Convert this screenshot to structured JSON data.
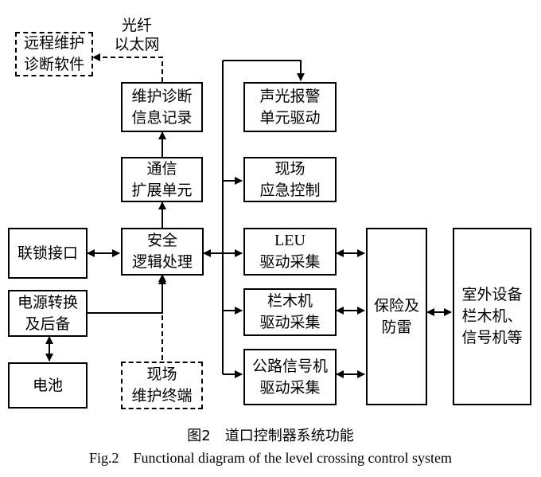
{
  "blocks": {
    "remote_diag": [
      "远程维护",
      "诊断软件"
    ],
    "fiber_ethernet": [
      "光纤",
      "以太网"
    ],
    "maint_record": [
      "维护诊断",
      "信息记录"
    ],
    "comm_ext": [
      "通信",
      "扩展单元"
    ],
    "safety_logic": [
      "安全",
      "逻辑处理"
    ],
    "interlock_if": [
      "联锁接口"
    ],
    "power": [
      "电源转换",
      "及后备"
    ],
    "battery": [
      "电池"
    ],
    "field_terminal": [
      "现场",
      "维护终端"
    ],
    "alarm_drive": [
      "声光报警",
      "单元驱动"
    ],
    "emergency_ctrl": [
      "现场",
      "应急控制"
    ],
    "leu_drive": [
      "LEU",
      "驱动采集"
    ],
    "barrier_drive": [
      "栏木机",
      "驱动采集"
    ],
    "road_signal_drive": [
      "公路信号机",
      "驱动采集"
    ],
    "protection": [
      "保险及",
      "防雷"
    ],
    "outdoor": [
      "室外设备",
      "栏木机、",
      "信号机等"
    ]
  },
  "caption": {
    "cn": "图2　道口控制器系统功能",
    "en": "Fig.2　Functional diagram of the level crossing control system"
  }
}
